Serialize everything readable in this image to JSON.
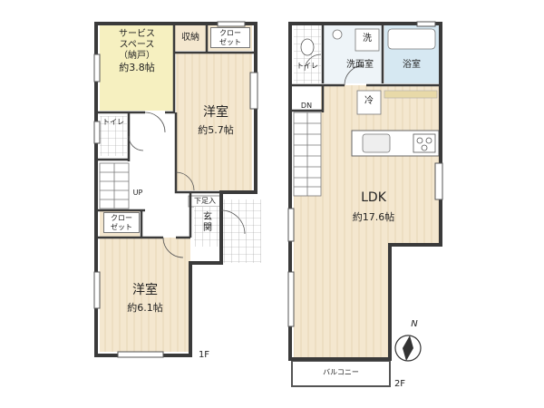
{
  "floor1": {
    "level": "1F",
    "service_space": {
      "line1": "サービス",
      "line2": "スペース",
      "line3": "（納戸）",
      "area": "約3.8帖"
    },
    "storage": "収納",
    "closet_top": {
      "line1": "クロー",
      "line2": "ゼット"
    },
    "western_room_a": {
      "name": "洋室",
      "area": "約5.7帖"
    },
    "toilet": "トイレ",
    "stairs_up": "UP",
    "shoe_storage": "下足入",
    "entrance": {
      "line1": "玄",
      "line2": "関"
    },
    "closet_bottom": {
      "line1": "クロー",
      "line2": "ゼット"
    },
    "western_room_b": {
      "name": "洋室",
      "area": "約6.1帖"
    }
  },
  "floor2": {
    "level": "2F",
    "toilet": "トイレ",
    "washing_machine": "洗",
    "washroom": "洗面室",
    "bathroom": "浴室",
    "refrigerator": "冷",
    "stairs_down": "DN",
    "ldk": {
      "name": "LDK",
      "area": "約17.6帖"
    },
    "balcony": "バルコニー"
  },
  "compass": {
    "north": "N"
  },
  "colors": {
    "wood_floor": "#f4e7cf",
    "service_space": "#f6f0c0",
    "tile": "#d6e8f2",
    "wall": "#3a3a3a",
    "grain": "#e5d2b3"
  }
}
